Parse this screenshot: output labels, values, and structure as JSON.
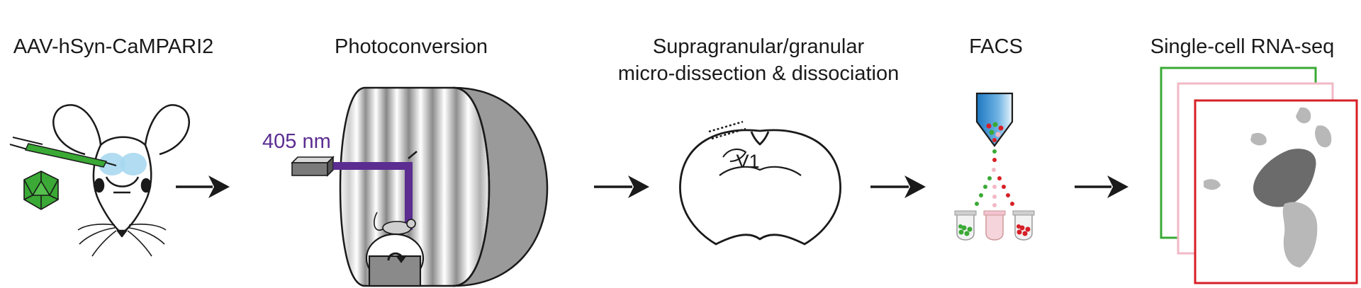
{
  "steps": [
    {
      "label": "AAV-hSyn-CaMPARI2"
    },
    {
      "label": "Photoconversion"
    },
    {
      "label_line1": "Supragranular/granular",
      "label_line2": "micro-dissection & dissociation"
    },
    {
      "label": "FACS"
    },
    {
      "label": "Single-cell RNA-seq"
    }
  ],
  "laser": {
    "label": "405 nm",
    "color": "#5b2d91"
  },
  "brain_region": {
    "label": "V1"
  },
  "colors": {
    "green": "#3aa935",
    "pink": "#f2b8c6",
    "red": "#d71f26",
    "light_blue": "#a8d8f0",
    "dark_gray": "#6b6b6b",
    "light_gray": "#b8b8b8"
  }
}
